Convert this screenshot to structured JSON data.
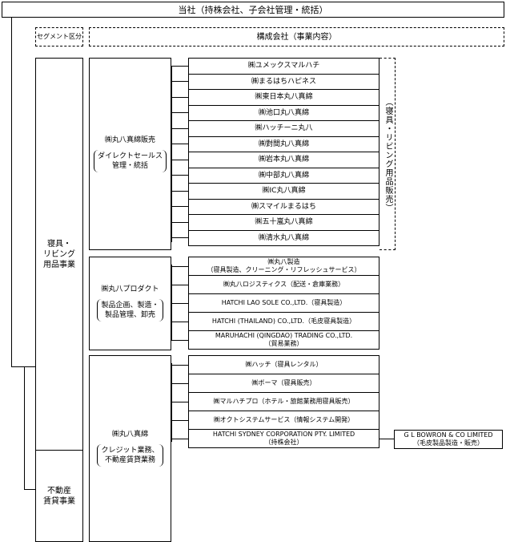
{
  "title": "当社（持株会社、子会社管理・統括）",
  "header": {
    "segment_label": "セグメント区分",
    "companies_label": "構成会社（事業内容）"
  },
  "segments": [
    {
      "name": "寝具・\nリビング\n用品事業"
    },
    {
      "name": "不動産\n賃貸事業"
    }
  ],
  "groups": [
    {
      "company": "㈱丸八真綿販売",
      "role": "ダイレクトセールス\n管理・統括",
      "note": "（寝具・リビング用品販売）",
      "subs": [
        "㈱ユメックスマルハチ",
        "㈱まるはちハピネス",
        "㈱東日本丸八真綿",
        "㈱池口丸八真綿",
        "㈱ハッチーニ丸八",
        "㈱對間丸八真綿",
        "㈱岩本丸八真綿",
        "㈱中部丸八真綿",
        "㈱IC丸八真綿",
        "㈱スマイルまるはち",
        "㈱五十嵐丸八真綿",
        "㈱清水丸八真綿"
      ]
    },
    {
      "company": "㈱丸八プロダクト",
      "role": "製品企画、製造・\n製品管理、卸売",
      "subs": [
        "㈱丸八製造\n（寝具製造、クリーニング・リフレッシュサービス）",
        "㈱丸八ロジスティクス（配送・倉庫業務）",
        "HATCHI LAO SOLE CO.,LTD.（寝具製造）",
        "HATCHI (THAILAND) CO.,LTD.（毛皮寝具製造）",
        "MARUHACHI (QINGDAO) TRADING CO.,LTD.\n（貿易業務）"
      ]
    },
    {
      "company": "㈱丸八真綿",
      "role": "クレジット業務、\n不動産賃貸業務",
      "subs": [
        "㈱ハッチ（寝具レンタル）",
        "㈱ボーマ（寝具販売）",
        "㈱マルハチプロ（ホテル・旅館業務用寝具販売）",
        "㈱オクトシステムサービス（情報システム開発）",
        "HATCHI SYDNEY CORPORATION PTY. LIMITED\n（持株会社）"
      ],
      "affiliate": "G L BOWRON & CO LIMITED\n（毛皮製品製造・販売）"
    }
  ]
}
